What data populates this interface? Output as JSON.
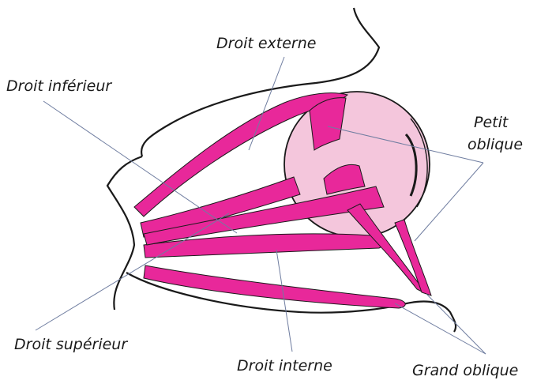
{
  "labels": {
    "droit_externe": "Droit externe",
    "droit_inferieur": "Droit inférieur",
    "petit_oblique_line1": "Petit",
    "petit_oblique_line2": "oblique",
    "droit_superieur": "Droit supérieur",
    "droit_interne": "Droit interne",
    "grand_oblique": "Grand oblique"
  },
  "colors": {
    "muscle": "#e8289a",
    "eyeball": "#f4c6dc",
    "outline": "#1a1a1a",
    "leader_line": "#6f7da0",
    "background": "#ffffff"
  }
}
